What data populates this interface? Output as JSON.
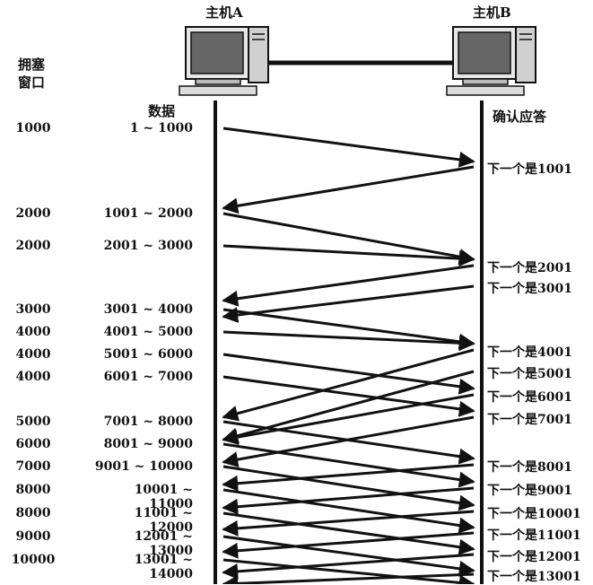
{
  "hosts": {
    "a_label": "主机A",
    "b_label": "主机B"
  },
  "headers": {
    "cwnd": "拥塞\n窗口",
    "data": "数据",
    "ack": "确认应答"
  },
  "rows": [
    {
      "cwnd": "1000",
      "seg": "1 ~ 1000"
    },
    {
      "cwnd": "2000",
      "seg": "1001 ~ 2000"
    },
    {
      "cwnd": "2000",
      "seg": "2001 ~ 3000"
    },
    {
      "cwnd": "3000",
      "seg": "3001 ~ 4000"
    },
    {
      "cwnd": "4000",
      "seg": "4001 ~ 5000"
    },
    {
      "cwnd": "4000",
      "seg": "5001 ~ 6000"
    },
    {
      "cwnd": "4000",
      "seg": "6001 ~ 7000"
    },
    {
      "cwnd": "5000",
      "seg": "7001 ~ 8000"
    },
    {
      "cwnd": "6000",
      "seg": "8001 ~ 9000"
    },
    {
      "cwnd": "7000",
      "seg": "9001 ~ 10000"
    },
    {
      "cwnd": "8000",
      "seg": "10001 ~ 11000"
    },
    {
      "cwnd": "8000",
      "seg": "11001 ~ 12000"
    },
    {
      "cwnd": "9000",
      "seg": "12001 ~ 13000"
    },
    {
      "cwnd": "10000",
      "seg": "13001 ~ 14000"
    }
  ],
  "acks": [
    "下一个是1001",
    "下一个是2001",
    "下一个是3001",
    "下一个是4001",
    "下一个是5001",
    "下一个是6001",
    "下一个是7001",
    "下一个是8001",
    "下一个是9001",
    "下一个是10001",
    "下一个是11001",
    "下一个是12001",
    "下一个是13001"
  ]
}
